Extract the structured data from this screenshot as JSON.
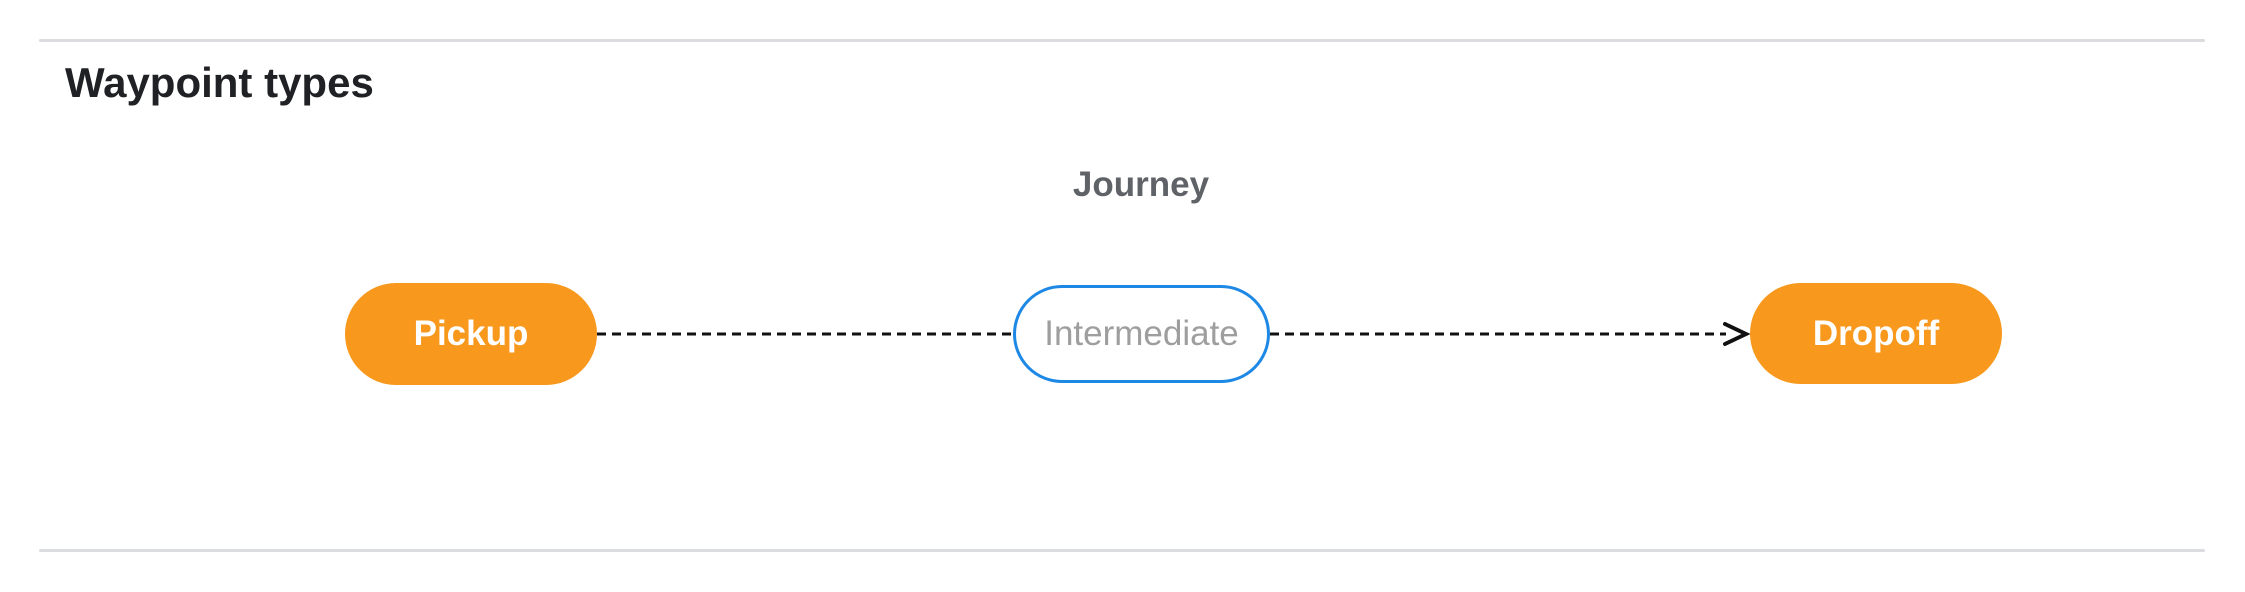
{
  "colors": {
    "node-orange": "#F8981D",
    "node-blue-border": "#1E88E5",
    "node-gray-text": "#9E9E9E",
    "journey-gray": "#5F6368",
    "heading-color": "#202124",
    "divider-gray": "#DADCE0",
    "connector-black": "#111111"
  },
  "section": {
    "title": "Waypoint types"
  },
  "diagram": {
    "title": "Journey",
    "edge_style": "dashed-arrow",
    "nodes": [
      {
        "label": "Pickup",
        "type": "terminal"
      },
      {
        "label": "Intermediate",
        "type": "intermediate"
      },
      {
        "label": "Dropoff",
        "type": "terminal"
      }
    ]
  }
}
